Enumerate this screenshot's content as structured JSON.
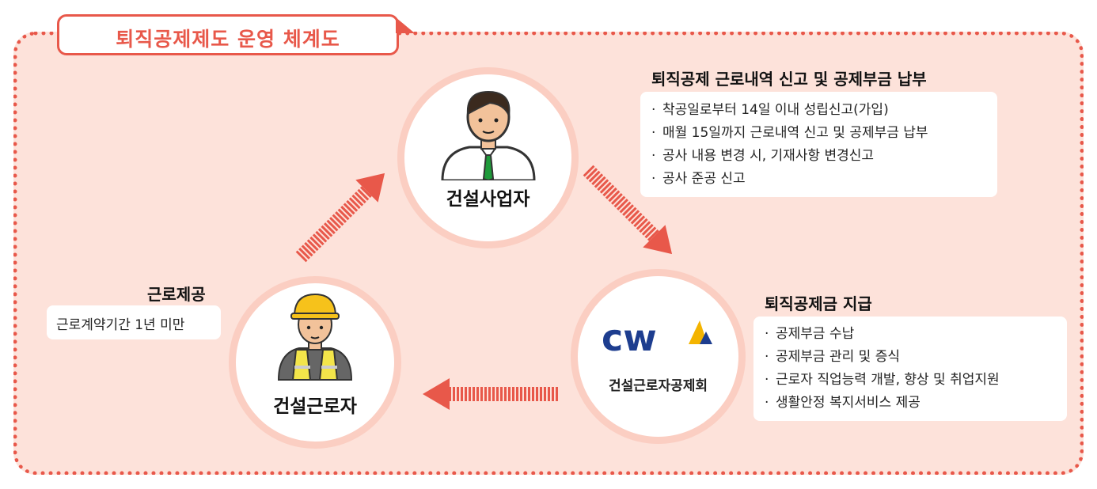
{
  "title": "퇴직공제제도 운영 체계도",
  "colors": {
    "accent": "#e8584a",
    "background": "#fde2da",
    "helmet": "#f6c21b",
    "vest": "#f3e54a",
    "tie": "#1e9a3a",
    "logo_blue": "#1d3d8f",
    "logo_yellow": "#f4b400"
  },
  "nodes": {
    "employer": {
      "label": "건설사업자",
      "icon": "businessman-icon"
    },
    "worker": {
      "label": "건설근로자",
      "icon": "construction-worker-icon"
    },
    "association": {
      "label": "건설근로자공제회",
      "logo_text": "cw",
      "icon": "cw-logo"
    }
  },
  "employer_info": {
    "heading": "퇴직공제 근로내역 신고 및 공제부금 납부",
    "items": [
      "착공일로부터 14일 이내 성립신고(가입)",
      "매월 15일까지 근로내역 신고 및 공제부금 납부",
      "공사 내용 변경 시, 기재사항 변경신고",
      "공사 준공 신고"
    ]
  },
  "association_info": {
    "heading": "퇴직공제금 지급",
    "items": [
      "공제부금 수납",
      "공제부금 관리 및 증식",
      "근로자 직업능력 개발, 향상 및 취업지원",
      "생활안정 복지서비스 제공"
    ]
  },
  "worker_info": {
    "heading": "근로제공",
    "note": "근로계약기간 1년 미만"
  },
  "bullet_char": "·"
}
